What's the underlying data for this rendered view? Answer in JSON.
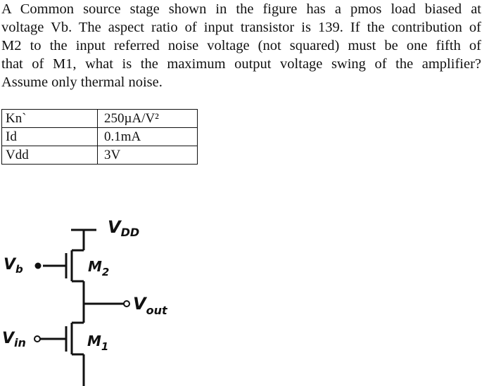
{
  "problem": {
    "lines": [
      "A Common source stage shown in the figure has a pmos load biased at",
      "voltage Vb. The aspect ratio of input transistor is 139. If the contribution of",
      "M2 to the input referred noise voltage (not squared) must be one fifth of",
      "that of M1, what is the maximum output voltage swing of the amplifier?",
      "Assume only thermal noise."
    ]
  },
  "table": {
    "rows": [
      {
        "name": "Kn`",
        "value": "250µA/V²"
      },
      {
        "name": "Id",
        "value": "0.1mA"
      },
      {
        "name": "Vdd",
        "value": "3V"
      }
    ]
  },
  "circuit": {
    "vdd": {
      "main": "V",
      "sub": "DD"
    },
    "vb": {
      "main": "V",
      "sub": "b"
    },
    "m2": {
      "main": "M",
      "sub": "2"
    },
    "vout": {
      "main": "V",
      "sub": "out"
    },
    "vin": {
      "main": "V",
      "sub": "in"
    },
    "m1": {
      "main": "M",
      "sub": "1"
    }
  }
}
